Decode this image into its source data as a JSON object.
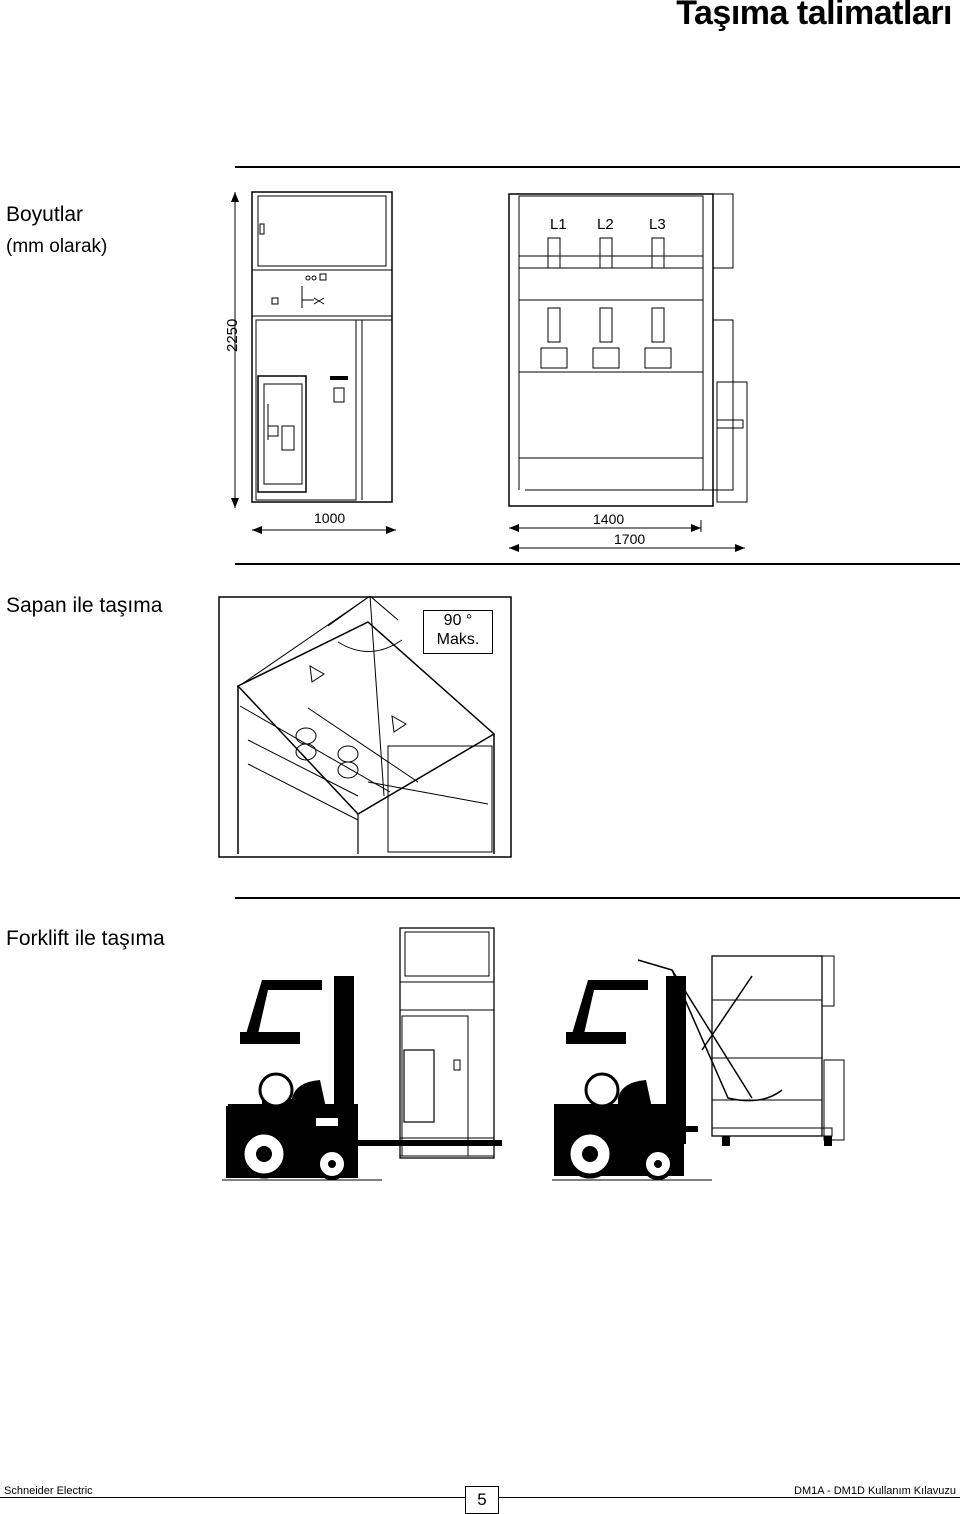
{
  "page": {
    "title": "Taşıma talimatları"
  },
  "dimensions_section": {
    "heading": "Boyutlar",
    "subheading": "(mm olarak)",
    "height_label": "2250",
    "width_front_label": "1000",
    "width_side_inner_label": "1400",
    "width_side_outer_label": "1700",
    "phase_labels": [
      "L1",
      "L2",
      "L3"
    ]
  },
  "sling_section": {
    "heading": "Sapan ile taşıma",
    "angle_value": "90",
    "angle_unit_symbol": "°",
    "angle_note": "Maks."
  },
  "forklift_section": {
    "heading": "Forklift ile taşıma"
  },
  "footer": {
    "left": "Schneider Electric",
    "page_number": "5",
    "right": "DM1A - DM1D Kullanım Kılavuzu"
  },
  "icons": [
    "lifting-sling-diagram",
    "forklift-icon",
    "switchgear-cabinet-drawing"
  ]
}
